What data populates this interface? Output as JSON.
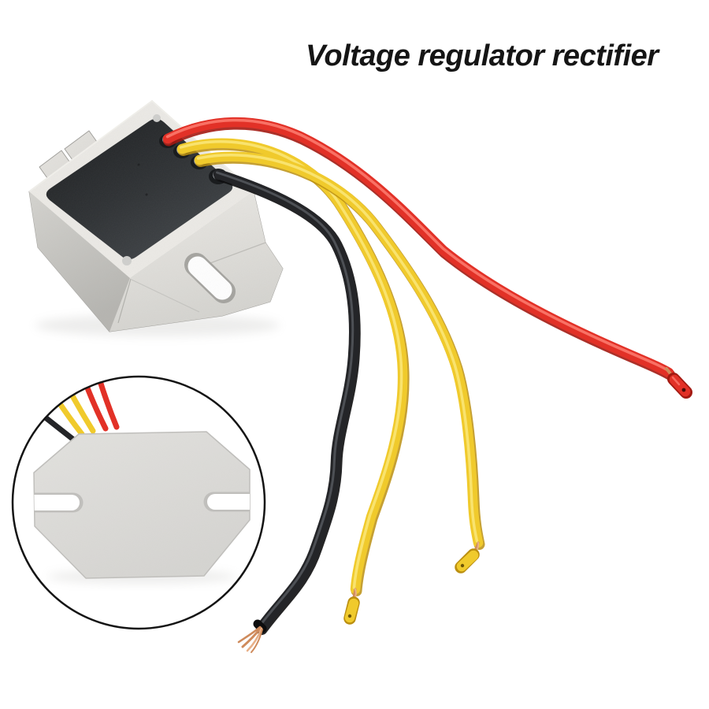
{
  "page": {
    "background": "#ffffff",
    "title": "Voltage regulator rectifier"
  },
  "product": {
    "label": "voltage-regulator-rectifier",
    "wires": [
      {
        "name": "red-wire",
        "color": "#e23127"
      },
      {
        "name": "yellow-wire-1",
        "color": "#f0ca2c"
      },
      {
        "name": "yellow-wire-2",
        "color": "#f0ca2c"
      },
      {
        "name": "black-wire",
        "color": "#242528"
      }
    ],
    "inset": {
      "border_color": "#141414"
    }
  },
  "colors": {
    "title_text": "#151515",
    "wire_red": "#e23127",
    "wire_red_dark": "#a31a12",
    "wire_red_light": "#ff8276",
    "wire_yellow": "#f0ca2c",
    "wire_yellow_dark": "#bb8f10",
    "wire_yellow_light": "#fbe87f",
    "wire_black": "#242528",
    "wire_black_dark": "#0d0d0e",
    "wire_black_light": "#606368",
    "copper": "#cf8b5c",
    "copper_light": "#e8b088",
    "body_light": "#eceae6",
    "body_mid": "#d5d4d0",
    "body_dark": "#b6b5b1",
    "body_edge": "#a09f9b",
    "epoxy_dark": "#1a1c1e",
    "epoxy_mid": "#2e3134",
    "epoxy_light": "#42464a",
    "pad_silver": "#cfcfcd",
    "eyelet_ring": "#a6abb0",
    "eyelet_core": "#1c1e22",
    "circle_border": "#141414",
    "plate_light": "#e3e2df",
    "plate_mid": "#d6d5d2",
    "plate_edge": "#c0bfbc",
    "shadow": "#9c9b97"
  }
}
